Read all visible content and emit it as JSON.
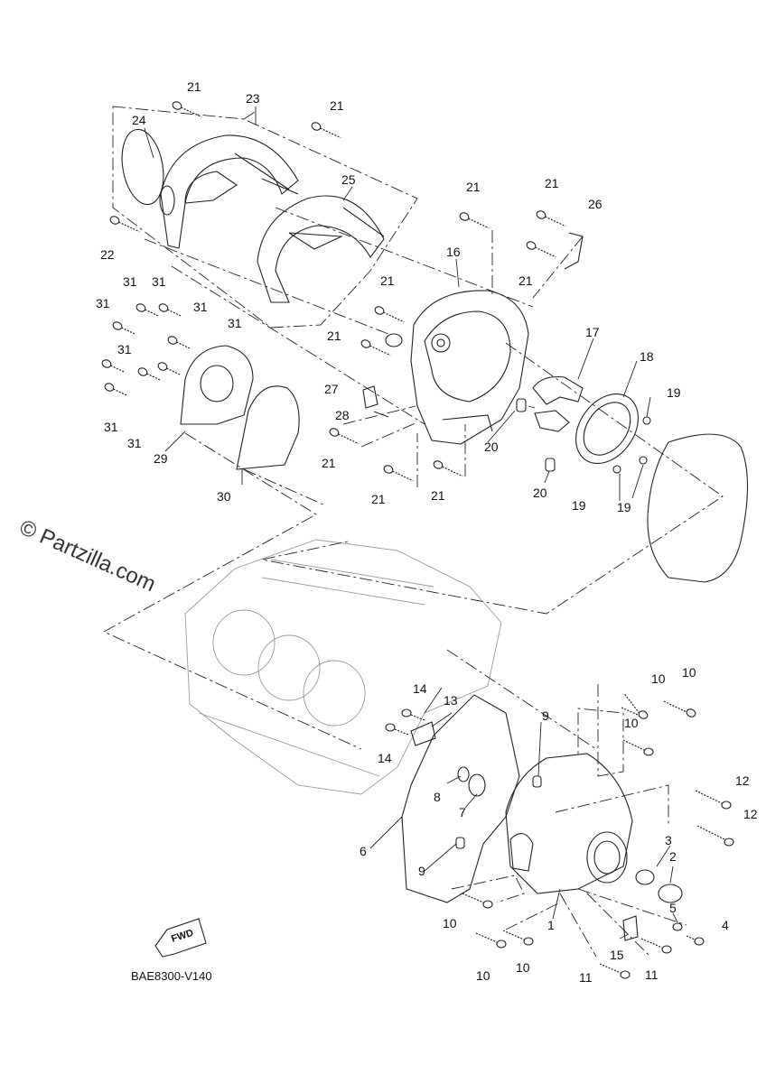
{
  "diagram_code": "BAE8300-V140",
  "watermark": "© Partzilla.com",
  "fwd_label": "FWD",
  "callouts": [
    {
      "label": "21"
    },
    {
      "label": "23"
    },
    {
      "label": "21"
    },
    {
      "label": "24"
    },
    {
      "label": "25"
    },
    {
      "label": "22"
    },
    {
      "label": "21"
    },
    {
      "label": "21"
    },
    {
      "label": "26"
    },
    {
      "label": "16"
    },
    {
      "label": "21"
    },
    {
      "label": "31"
    },
    {
      "label": "31"
    },
    {
      "label": "31"
    },
    {
      "label": "31"
    },
    {
      "label": "31"
    },
    {
      "label": "21"
    },
    {
      "label": "21"
    },
    {
      "label": "17"
    },
    {
      "label": "18"
    },
    {
      "label": "31"
    },
    {
      "label": "19"
    },
    {
      "label": "27"
    },
    {
      "label": "28"
    },
    {
      "label": "31"
    },
    {
      "label": "31"
    },
    {
      "label": "20"
    },
    {
      "label": "29"
    },
    {
      "label": "21"
    },
    {
      "label": "19"
    },
    {
      "label": "19"
    },
    {
      "label": "21"
    },
    {
      "label": "21"
    },
    {
      "label": "20"
    },
    {
      "label": "30"
    },
    {
      "label": "10"
    },
    {
      "label": "10"
    },
    {
      "label": "14"
    },
    {
      "label": "13"
    },
    {
      "label": "9"
    },
    {
      "label": "10"
    },
    {
      "label": "14"
    },
    {
      "label": "12"
    },
    {
      "label": "8"
    },
    {
      "label": "7"
    },
    {
      "label": "12"
    },
    {
      "label": "6"
    },
    {
      "label": "3"
    },
    {
      "label": "2"
    },
    {
      "label": "9"
    },
    {
      "label": "5"
    },
    {
      "label": "10"
    },
    {
      "label": "4"
    },
    {
      "label": "1"
    },
    {
      "label": "15"
    },
    {
      "label": "10"
    },
    {
      "label": "10"
    },
    {
      "label": "11"
    },
    {
      "label": "11"
    }
  ]
}
